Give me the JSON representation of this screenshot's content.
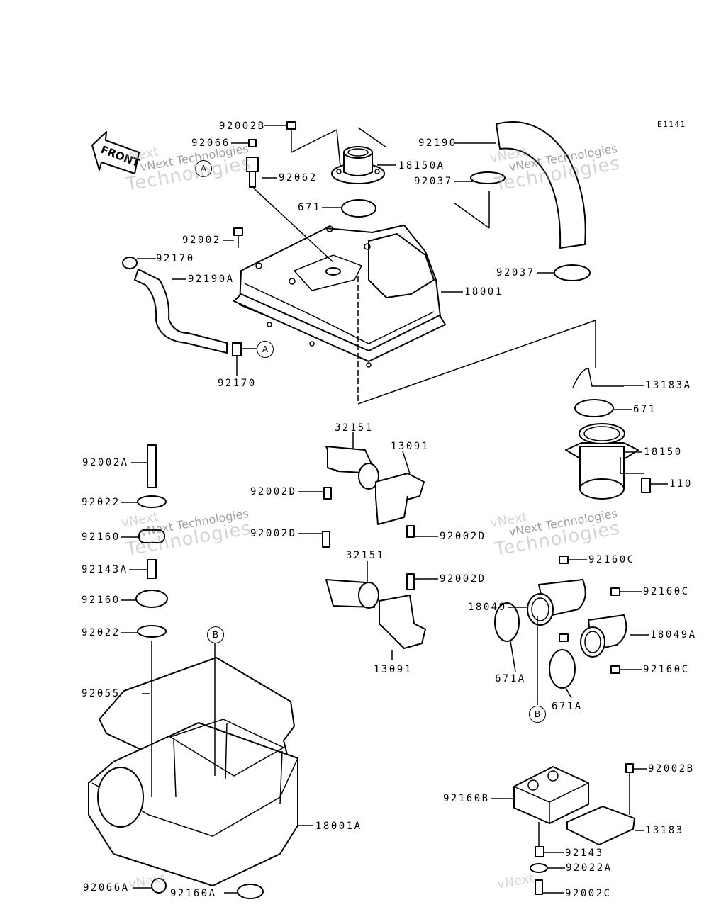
{
  "diagram": {
    "ref_code": "E1141",
    "front_label": "FRONT",
    "callouts": {
      "A": "A",
      "B": "B"
    },
    "parts": {
      "p_92002B": "92002B",
      "p_92066": "92066",
      "p_92062": "92062",
      "p_18150A": "18150A",
      "p_92190": "92190",
      "p_92037_top": "92037",
      "p_671_top": "671",
      "p_92002": "92002",
      "p_92170_top": "92170",
      "p_92190A": "92190A",
      "p_92037_mid": "92037",
      "p_18001": "18001",
      "p_92170_bot": "92170",
      "p_13183A": "13183A",
      "p_671_mid": "671",
      "p_18150": "18150",
      "p_110": "110",
      "p_32151_a": "32151",
      "p_13091_a": "13091",
      "p_92002A": "92002A",
      "p_92002D_a": "92002D",
      "p_92022_a": "92022",
      "p_92002D_b": "92002D",
      "p_92160_a": "92160",
      "p_92002D_c": "92002D",
      "p_32151_b": "32151",
      "p_92143A": "92143A",
      "p_92002D_d": "92002D",
      "p_92160C_a": "92160C",
      "p_92160_b": "92160",
      "p_92160C_b": "92160C",
      "p_18049": "18049",
      "p_92022_b": "92022",
      "p_18049A": "18049A",
      "p_13091_b": "13091",
      "p_92160C_c": "92160C",
      "p_92055": "92055",
      "p_671A_a": "671A",
      "p_671A_b": "671A",
      "p_92002B_b": "92002B",
      "p_92160B": "92160B",
      "p_18001A": "18001A",
      "p_13183": "13183",
      "p_92143": "92143",
      "p_92022A": "92022A",
      "p_92066A": "92066A",
      "p_92160A": "92160A",
      "p_92002C": "92002C"
    },
    "watermark": {
      "line1": "vNext",
      "line2": "vNext Technologies",
      "line3": "Technologies"
    }
  }
}
